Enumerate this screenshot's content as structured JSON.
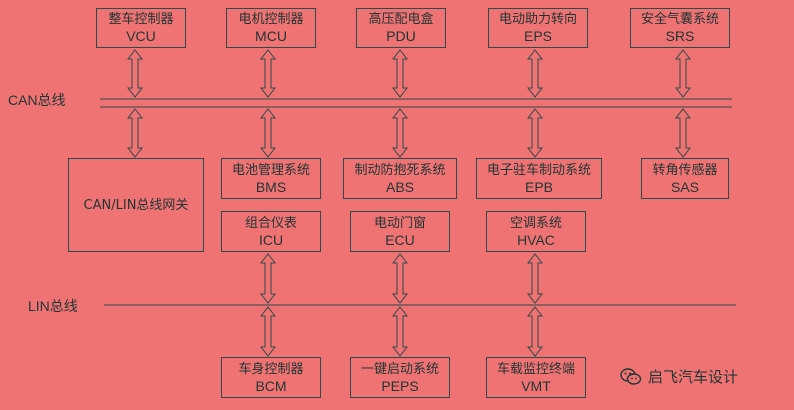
{
  "buses": {
    "can_label": "CAN总线",
    "lin_label": "LIN总线"
  },
  "nodes": {
    "vcu": {
      "cn": "整车控制器",
      "en": "VCU"
    },
    "mcu": {
      "cn": "电机控制器",
      "en": "MCU"
    },
    "pdu": {
      "cn": "高压配电盒",
      "en": "PDU"
    },
    "eps": {
      "cn": "电动助力转向",
      "en": "EPS"
    },
    "srs": {
      "cn": "安全气囊系统",
      "en": "SRS"
    },
    "gateway": {
      "label": "CAN/LIN总线网关"
    },
    "bms": {
      "cn": "电池管理系统",
      "en": "BMS"
    },
    "abs": {
      "cn": "制动防抱死系统",
      "en": "ABS"
    },
    "epb": {
      "cn": "电子驻车制动系统",
      "en": "EPB"
    },
    "sas": {
      "cn": "转角传感器",
      "en": "SAS"
    },
    "icu": {
      "cn": "组合仪表",
      "en": "ICU"
    },
    "ecu": {
      "cn": "电动门窗",
      "en": "ECU"
    },
    "hvac": {
      "cn": "空调系统",
      "en": "HVAC"
    },
    "bcm": {
      "cn": "车身控制器",
      "en": "BCM"
    },
    "peps": {
      "cn": "一键启动系统",
      "en": "PEPS"
    },
    "vmt": {
      "cn": "车载监控终端",
      "en": "VMT"
    }
  },
  "watermark": {
    "text": "启飞汽车设计",
    "icon": "wechat-icon"
  },
  "colors": {
    "background": "#f07373",
    "line": "#2e4a4a"
  }
}
